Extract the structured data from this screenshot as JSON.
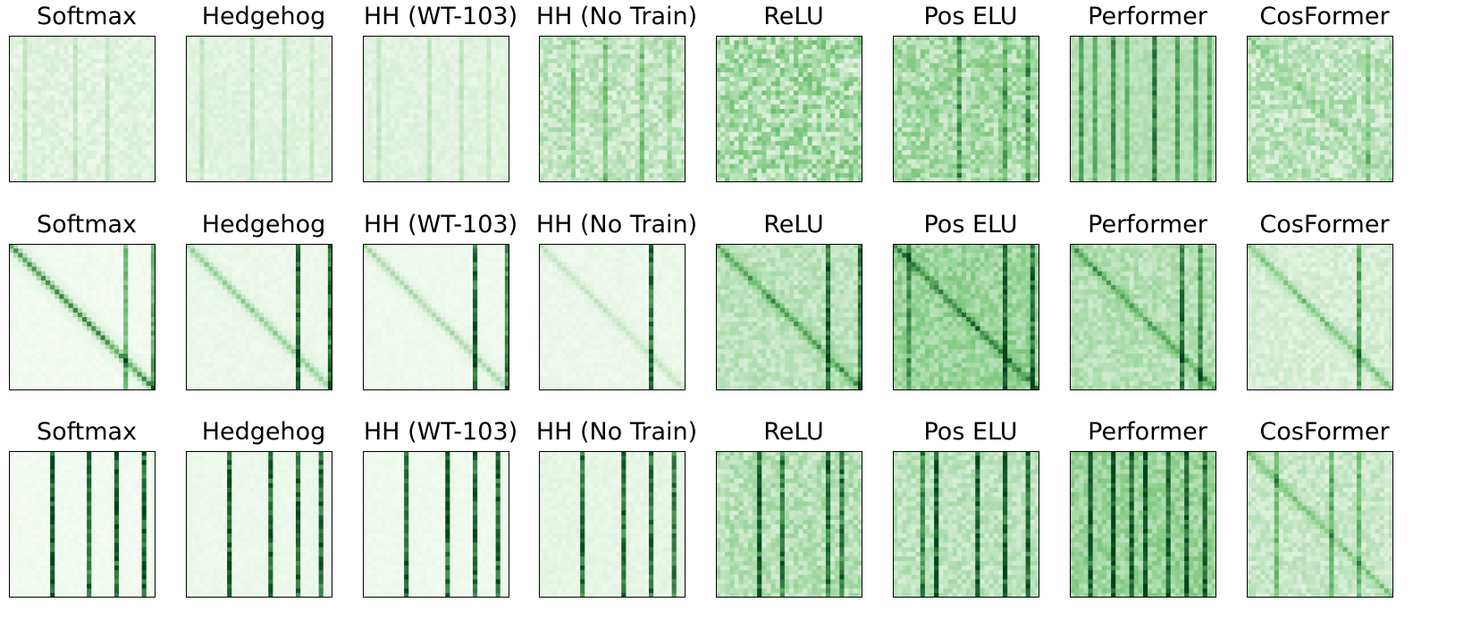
{
  "chart_data": {
    "type": "heatmap",
    "colormap": "Greens",
    "colors": {
      "low": "#f7fcf5",
      "mid": "#74c476",
      "high": "#00441b",
      "frame": "#000000"
    },
    "axes_ticks": false,
    "grid": false,
    "cells_per_side": 32,
    "columns": [
      "Softmax",
      "Hedgehog",
      "HH (WT-103)",
      "HH (No Train)",
      "ReLU",
      "Pos ELU",
      "Performer",
      "CosFormer"
    ],
    "rows": [
      {
        "description_key": "row-1",
        "panels": [
          {
            "title": "Softmax",
            "base": 0.08,
            "noise": 0.1,
            "stripes": [
              [
                3,
                0.15
              ],
              [
                14,
                0.12
              ],
              [
                21,
                0.12
              ]
            ],
            "diagonal": 0.0,
            "seed": 11
          },
          {
            "title": "Hedgehog",
            "base": 0.08,
            "noise": 0.07,
            "stripes": [
              [
                3,
                0.12
              ],
              [
                14,
                0.12
              ],
              [
                21,
                0.12
              ],
              [
                27,
                0.1
              ]
            ],
            "diagonal": 0.0,
            "seed": 12
          },
          {
            "title": "HH (WT-103)",
            "base": 0.08,
            "noise": 0.07,
            "stripes": [
              [
                3,
                0.12
              ],
              [
                14,
                0.12
              ],
              [
                21,
                0.12
              ],
              [
                27,
                0.1
              ]
            ],
            "diagonal": 0.0,
            "seed": 13
          },
          {
            "title": "HH (No Train)",
            "base": 0.2,
            "noise": 0.25,
            "stripes": [
              [
                7,
                0.2
              ],
              [
                14,
                0.25
              ],
              [
                22,
                0.25
              ],
              [
                28,
                0.15
              ]
            ],
            "diagonal": 0.0,
            "seed": 14
          },
          {
            "title": "ReLU",
            "base": 0.3,
            "noise": 0.45,
            "stripes": [],
            "diagonal": 0.0,
            "seed": 15
          },
          {
            "title": "Pos ELU",
            "base": 0.3,
            "noise": 0.35,
            "stripes": [
              [
                14,
                0.35
              ],
              [
                24,
                0.3
              ],
              [
                29,
                0.35
              ]
            ],
            "diagonal": 0.0,
            "seed": 16
          },
          {
            "title": "Performer",
            "base": 0.25,
            "noise": 0.12,
            "stripes": [
              [
                2,
                0.4
              ],
              [
                5,
                0.35
              ],
              [
                9,
                0.45
              ],
              [
                12,
                0.3
              ],
              [
                18,
                0.55
              ],
              [
                23,
                0.4
              ],
              [
                27,
                0.35
              ],
              [
                30,
                0.3
              ]
            ],
            "diagonal": 0.0,
            "seed": 17
          },
          {
            "title": "CosFormer",
            "base": 0.22,
            "noise": 0.3,
            "stripes": [
              [
                26,
                0.2
              ]
            ],
            "diagonal": 0.15,
            "seed": 18
          }
        ]
      },
      {
        "description_key": "row-2",
        "panels": [
          {
            "title": "Softmax",
            "base": 0.02,
            "noise": 0.03,
            "stripes": [
              [
                25,
                0.5
              ],
              [
                31,
                0.6
              ]
            ],
            "diagonal": 0.75,
            "seed": 21
          },
          {
            "title": "Hedgehog",
            "base": 0.04,
            "noise": 0.04,
            "stripes": [
              [
                24,
                0.85
              ],
              [
                31,
                0.8
              ]
            ],
            "diagonal": 0.4,
            "seed": 22
          },
          {
            "title": "HH (WT-103)",
            "base": 0.03,
            "noise": 0.03,
            "stripes": [
              [
                24,
                0.85
              ],
              [
                31,
                0.75
              ]
            ],
            "diagonal": 0.3,
            "seed": 23
          },
          {
            "title": "HH (No Train)",
            "base": 0.04,
            "noise": 0.04,
            "stripes": [
              [
                24,
                0.8
              ]
            ],
            "diagonal": 0.18,
            "seed": 24
          },
          {
            "title": "ReLU",
            "base": 0.22,
            "noise": 0.18,
            "stripes": [
              [
                24,
                0.65
              ],
              [
                31,
                0.55
              ]
            ],
            "diagonal": 0.5,
            "seed": 25
          },
          {
            "title": "Pos ELU",
            "base": 0.35,
            "noise": 0.25,
            "stripes": [
              [
                3,
                0.35
              ],
              [
                24,
                0.55
              ],
              [
                30,
                0.5
              ]
            ],
            "diagonal": 0.5,
            "seed": 26
          },
          {
            "title": "Performer",
            "base": 0.25,
            "noise": 0.2,
            "stripes": [
              [
                24,
                0.55
              ],
              [
                28,
                0.45
              ]
            ],
            "diagonal": 0.45,
            "seed": 27
          },
          {
            "title": "CosFormer",
            "base": 0.12,
            "noise": 0.12,
            "stripes": [
              [
                24,
                0.5
              ]
            ],
            "diagonal": 0.4,
            "seed": 28
          }
        ]
      },
      {
        "description_key": "row-3",
        "panels": [
          {
            "title": "Softmax",
            "base": 0.02,
            "noise": 0.03,
            "stripes": [
              [
                9,
                0.95
              ],
              [
                17,
                0.85
              ],
              [
                23,
                0.9
              ],
              [
                29,
                0.9
              ]
            ],
            "diagonal": 0.0,
            "seed": 31
          },
          {
            "title": "Hedgehog",
            "base": 0.04,
            "noise": 0.03,
            "stripes": [
              [
                9,
                0.9
              ],
              [
                18,
                0.85
              ],
              [
                24,
                0.85
              ],
              [
                29,
                0.85
              ]
            ],
            "diagonal": 0.0,
            "seed": 32
          },
          {
            "title": "HH (WT-103)",
            "base": 0.03,
            "noise": 0.03,
            "stripes": [
              [
                9,
                0.9
              ],
              [
                18,
                0.85
              ],
              [
                24,
                0.85
              ],
              [
                29,
                0.85
              ]
            ],
            "diagonal": 0.0,
            "seed": 33
          },
          {
            "title": "HH (No Train)",
            "base": 0.06,
            "noise": 0.05,
            "stripes": [
              [
                9,
                0.8
              ],
              [
                18,
                0.8
              ],
              [
                24,
                0.8
              ],
              [
                29,
                0.75
              ]
            ],
            "diagonal": 0.0,
            "seed": 34
          },
          {
            "title": "ReLU",
            "base": 0.25,
            "noise": 0.25,
            "stripes": [
              [
                9,
                0.7
              ],
              [
                14,
                0.55
              ],
              [
                24,
                0.6
              ],
              [
                27,
                0.55
              ]
            ],
            "diagonal": 0.0,
            "seed": 35
          },
          {
            "title": "Pos ELU",
            "base": 0.22,
            "noise": 0.2,
            "stripes": [
              [
                6,
                0.55
              ],
              [
                9,
                0.75
              ],
              [
                18,
                0.7
              ],
              [
                24,
                0.7
              ],
              [
                29,
                0.65
              ]
            ],
            "diagonal": 0.0,
            "seed": 36
          },
          {
            "title": "Performer",
            "base": 0.35,
            "noise": 0.25,
            "stripes": [
              [
                4,
                0.55
              ],
              [
                9,
                0.65
              ],
              [
                13,
                0.55
              ],
              [
                16,
                0.65
              ],
              [
                21,
                0.5
              ],
              [
                25,
                0.6
              ],
              [
                29,
                0.5
              ]
            ],
            "diagonal": 0.0,
            "seed": 37
          },
          {
            "title": "CosFormer",
            "base": 0.18,
            "noise": 0.18,
            "stripes": [
              [
                6,
                0.35
              ],
              [
                18,
                0.4
              ],
              [
                24,
                0.35
              ]
            ],
            "diagonal": 0.35,
            "seed": 38
          }
        ]
      }
    ]
  }
}
